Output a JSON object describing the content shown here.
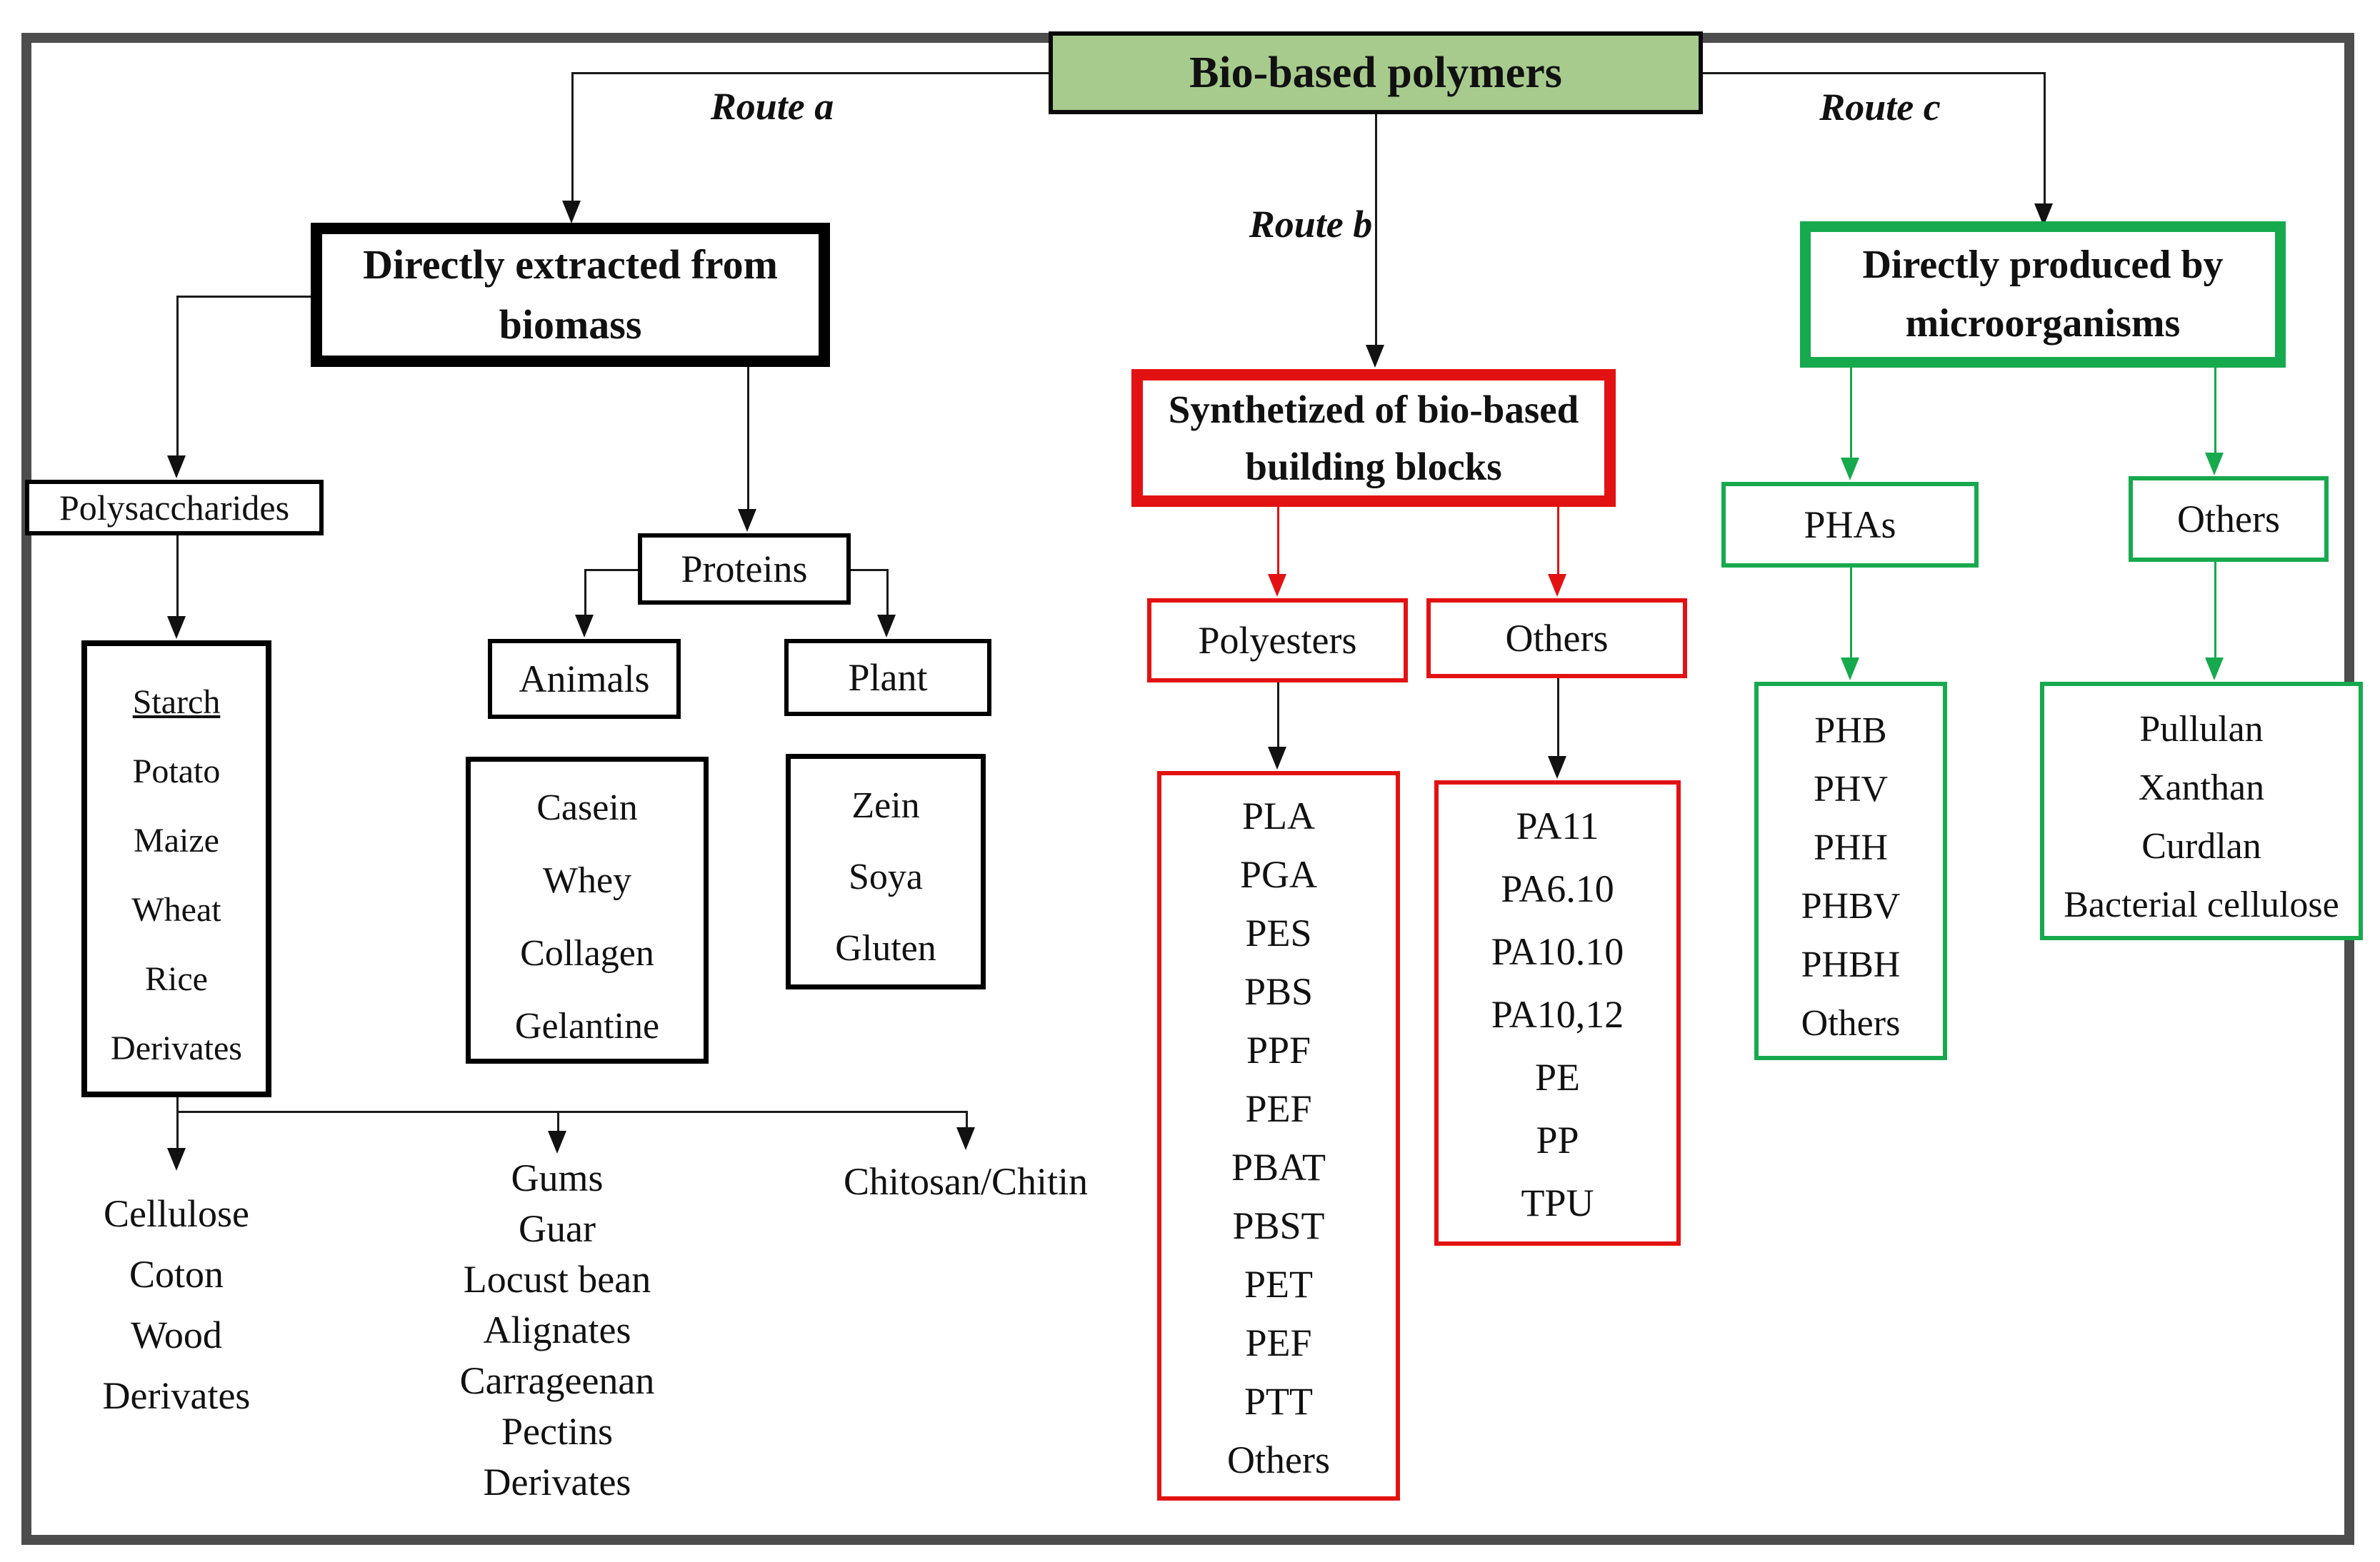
{
  "title": "Bio-based polymers",
  "routes": {
    "a": "Route a",
    "b": "Route b",
    "c": "Route c"
  },
  "nodes": {
    "extracted": "Directly extracted from biomass",
    "synthetized": "Synthetized of bio-based building blocks",
    "produced": "Directly produced by microorganisms",
    "polysaccharides": "Polysaccharides",
    "proteins": "Proteins",
    "animals": "Animals",
    "plant": "Plant",
    "polyesters": "Polyesters",
    "others_synthetic": "Others",
    "phas": "PHAs",
    "others_micro": "Others",
    "chitosan": "Chitosan/Chitin"
  },
  "lists": {
    "starch_head": "Starch",
    "starch": [
      "Potato",
      "Maize",
      "Wheat",
      "Rice",
      "Derivates"
    ],
    "animal_proteins": [
      "Casein",
      "Whey",
      "Collagen",
      "Gelantine"
    ],
    "plant_proteins": [
      "Zein",
      "Soya",
      "Gluten"
    ],
    "cellulose_group": [
      "Cellulose",
      "Coton",
      "Wood",
      "Derivates"
    ],
    "gums_group": [
      "Gums",
      "Guar",
      "Locust bean",
      "Alignates",
      "Carrageenan",
      "Pectins",
      "Derivates"
    ],
    "polyesters_group": [
      "PLA",
      "PGA",
      "PES",
      "PBS",
      "PPF",
      "PEF",
      "PBAT",
      "PBST",
      "PET",
      "PEF",
      "PTT",
      "Others"
    ],
    "polyamides_group": [
      "PA11",
      "PA6.10",
      "PA10.10",
      "PA10,12",
      "PE",
      "PP",
      "TPU"
    ],
    "pha_group": [
      "PHB",
      "PHV",
      "PHH",
      "PHBV",
      "PHBH",
      "Others"
    ],
    "micro_others_group": [
      "Pullulan",
      "Xanthan",
      "Curdlan",
      "Bacterial cellulose"
    ]
  },
  "colors": {
    "title_fill": "#a7cb8d",
    "red_accent": "#e31212",
    "green_accent": "#17a94d",
    "line_black": "#1a1a1a",
    "outer_frame": "#4d4d4d"
  }
}
